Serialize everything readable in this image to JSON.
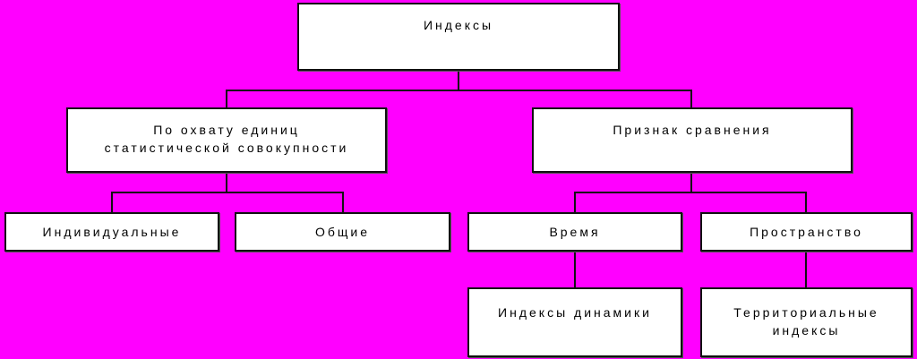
{
  "diagram": {
    "title": "Индексы",
    "background_color": "#FF00FF",
    "box_fill_color": "#FFFFFF",
    "line_color": "#111111",
    "nodes": {
      "root": {
        "label": "Индексы"
      },
      "coverage": {
        "label": "По охвату единиц\nстатистической совокупности"
      },
      "feature": {
        "label": "Признак сравнения"
      },
      "individual": {
        "label": "Индивидуальные"
      },
      "general": {
        "label": "Общие"
      },
      "time": {
        "label": "Время"
      },
      "space": {
        "label": "Пространство"
      },
      "dynamics": {
        "label": "Индексы динамики"
      },
      "territorial": {
        "label": "Территориальные\nиндексы"
      }
    }
  }
}
